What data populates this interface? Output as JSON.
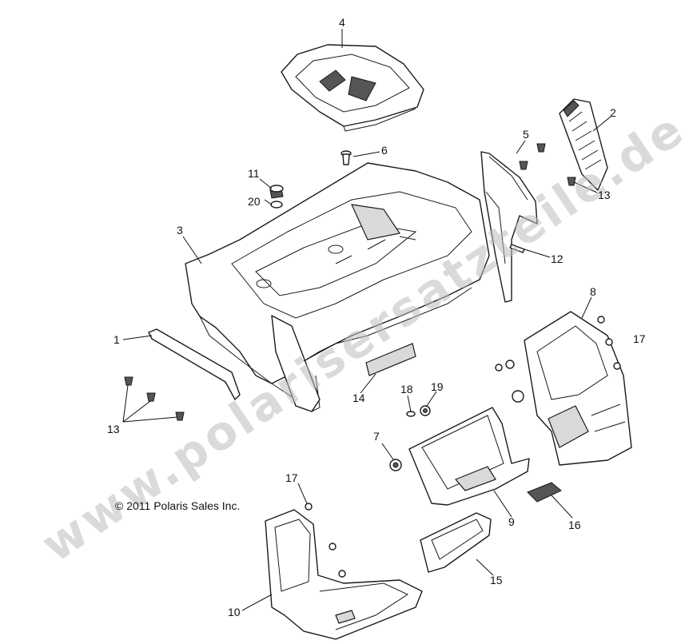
{
  "watermark": "www.polarisersatzteile.de",
  "copyright": "© 2011 Polaris Sales Inc.",
  "callouts": {
    "c1": "1",
    "c2": "2",
    "c3": "3",
    "c4": "4",
    "c5": "5",
    "c6": "6",
    "c7": "7",
    "c8": "8",
    "c9": "9",
    "c10": "10",
    "c11": "11",
    "c12": "12",
    "c13a": "13",
    "c13b": "13",
    "c14": "14",
    "c15": "15",
    "c16": "16",
    "c17a": "17",
    "c17b": "17",
    "c18": "18",
    "c19": "19",
    "c20": "20"
  }
}
